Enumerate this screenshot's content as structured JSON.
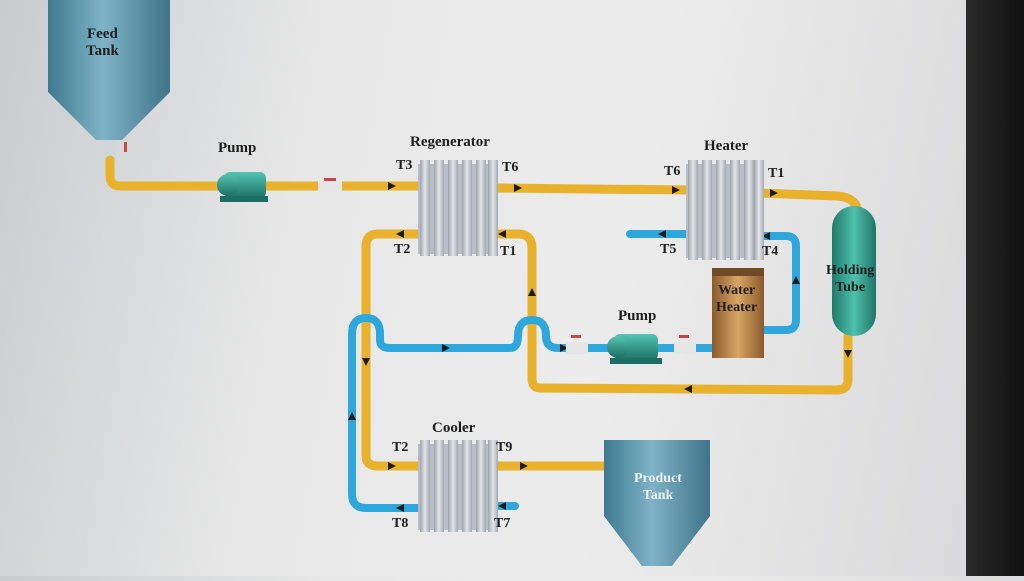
{
  "labels": {
    "feed_tank": [
      "Feed",
      "Tank"
    ],
    "pump_top": "Pump",
    "regenerator": "Regenerator",
    "heater": "Heater",
    "pump_mid": "Pump",
    "water_heater": [
      "Water",
      "Heater"
    ],
    "holding_tube": [
      "Holding",
      "Tube"
    ],
    "cooler": "Cooler",
    "product_tank": [
      "Product",
      "Tank"
    ],
    "regen_t3": "T3",
    "regen_t6": "T6",
    "regen_t2": "T2",
    "regen_t1": "T1",
    "heater_t6": "T6",
    "heater_t1": "T1",
    "heater_t5": "T5",
    "heater_t4": "T4",
    "cooler_t2": "T2",
    "cooler_t9": "T9",
    "cooler_t8": "T8",
    "cooler_t7": "T7"
  },
  "colors": {
    "product_line": "#e8b22c",
    "water_line": "#2ea7dd",
    "pump": "#2a9a8c",
    "holding_tube": "#2f9a88",
    "tank": "#4f8aa1",
    "exchanger_plate": "#c7cbd2",
    "water_heater": "#c08a4c"
  }
}
